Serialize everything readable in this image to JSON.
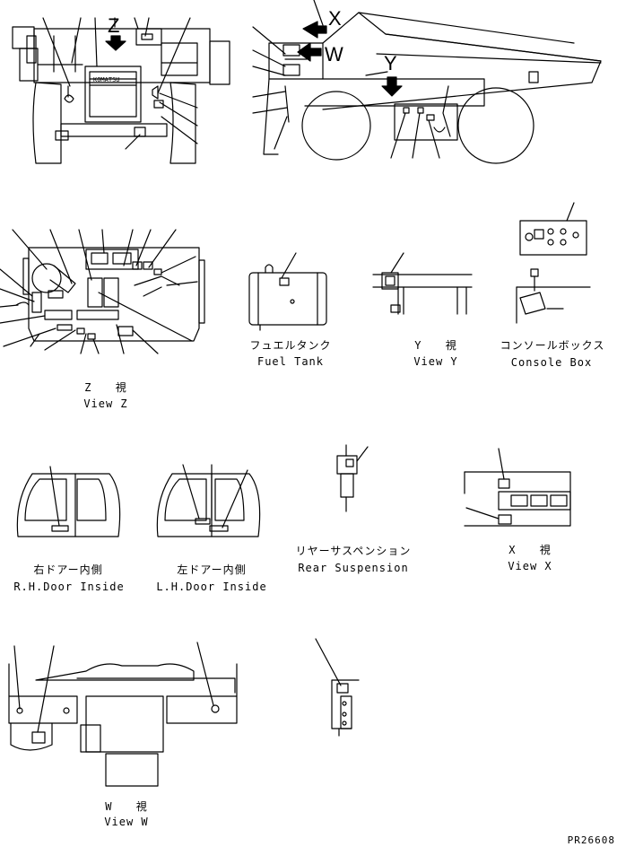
{
  "letters": {
    "z": "Z",
    "x": "X",
    "w": "W",
    "y": "Y"
  },
  "brand": "KOMATSU",
  "labels": {
    "fuel_tank_jp": "フュエルタンク",
    "fuel_tank_en": "Fuel Tank",
    "view_y_jp": "Y 視",
    "view_y_en": "View Y",
    "console_jp": "コンソールボックス",
    "console_en": "Console Box",
    "view_z_jp": "Z 視",
    "view_z_en": "View Z",
    "rh_door_jp": "右ドアー内側",
    "rh_door_en": "R.H.Door Inside",
    "lh_door_jp": "左ドアー内側",
    "lh_door_en": "L.H.Door Inside",
    "rear_susp_jp": "リヤーサスペンション",
    "rear_susp_en": "Rear Suspension",
    "view_x_jp": "X 視",
    "view_x_en": "View X",
    "view_w_jp": "W 視",
    "view_w_en": "View W"
  },
  "drawing_no": "PR26608"
}
